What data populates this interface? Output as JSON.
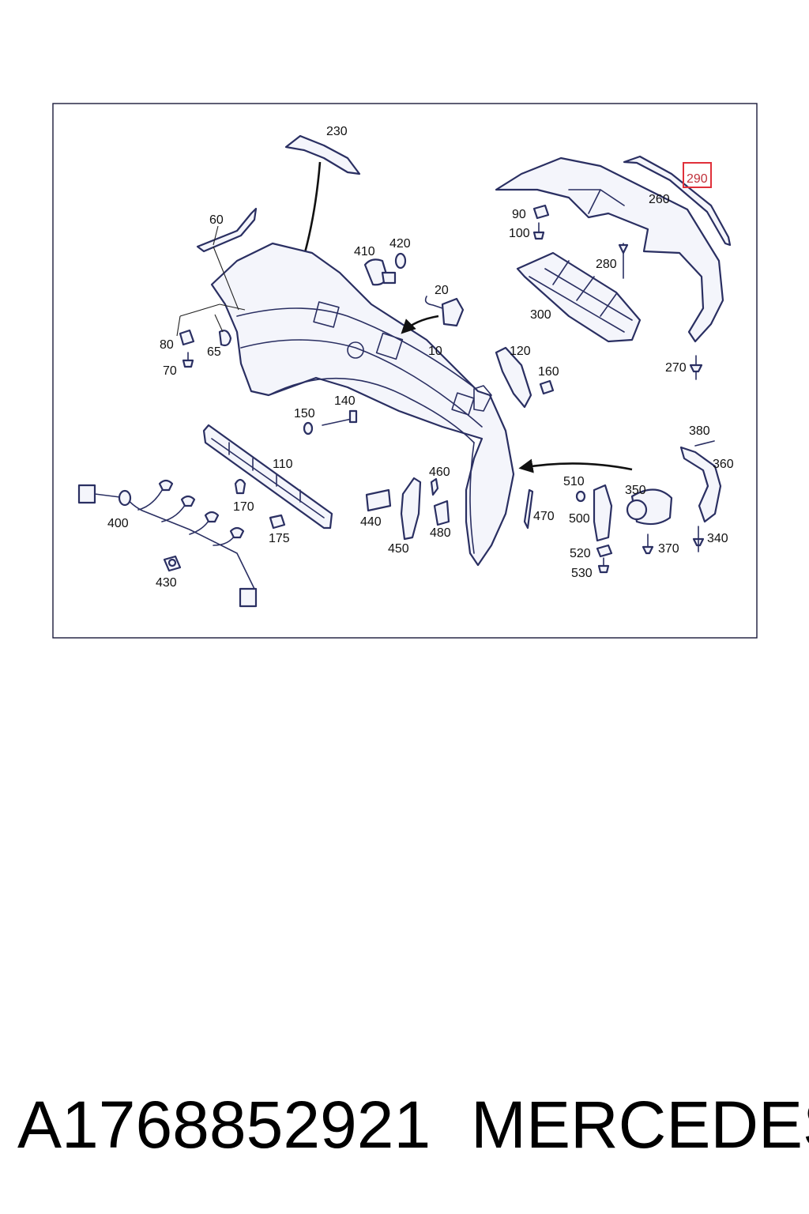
{
  "diagram": {
    "callouts": {
      "c10": "10",
      "c20": "20",
      "c60": "60",
      "c65": "65",
      "c70": "70",
      "c80": "80",
      "c90": "90",
      "c100": "100",
      "c110": "110",
      "c120": "120",
      "c140": "140",
      "c150": "150",
      "c160": "160",
      "c170": "170",
      "c175": "175",
      "c230": "230",
      "c260": "260",
      "c270": "270",
      "c280": "280",
      "c290": "290",
      "c300": "300",
      "c340": "340",
      "c350": "350",
      "c360": "360",
      "c370": "370",
      "c380": "380",
      "c400": "400",
      "c410": "410",
      "c420": "420",
      "c430": "430",
      "c440": "440",
      "c450": "450",
      "c460": "460",
      "c470": "470",
      "c480": "480",
      "c500": "500",
      "c510": "510",
      "c520": "520",
      "c530": "530"
    },
    "highlighted_callout": "290",
    "highlight_color": "#e0303a"
  },
  "footer": {
    "part_number": "A1768852921",
    "brand": "MERCEDES"
  }
}
